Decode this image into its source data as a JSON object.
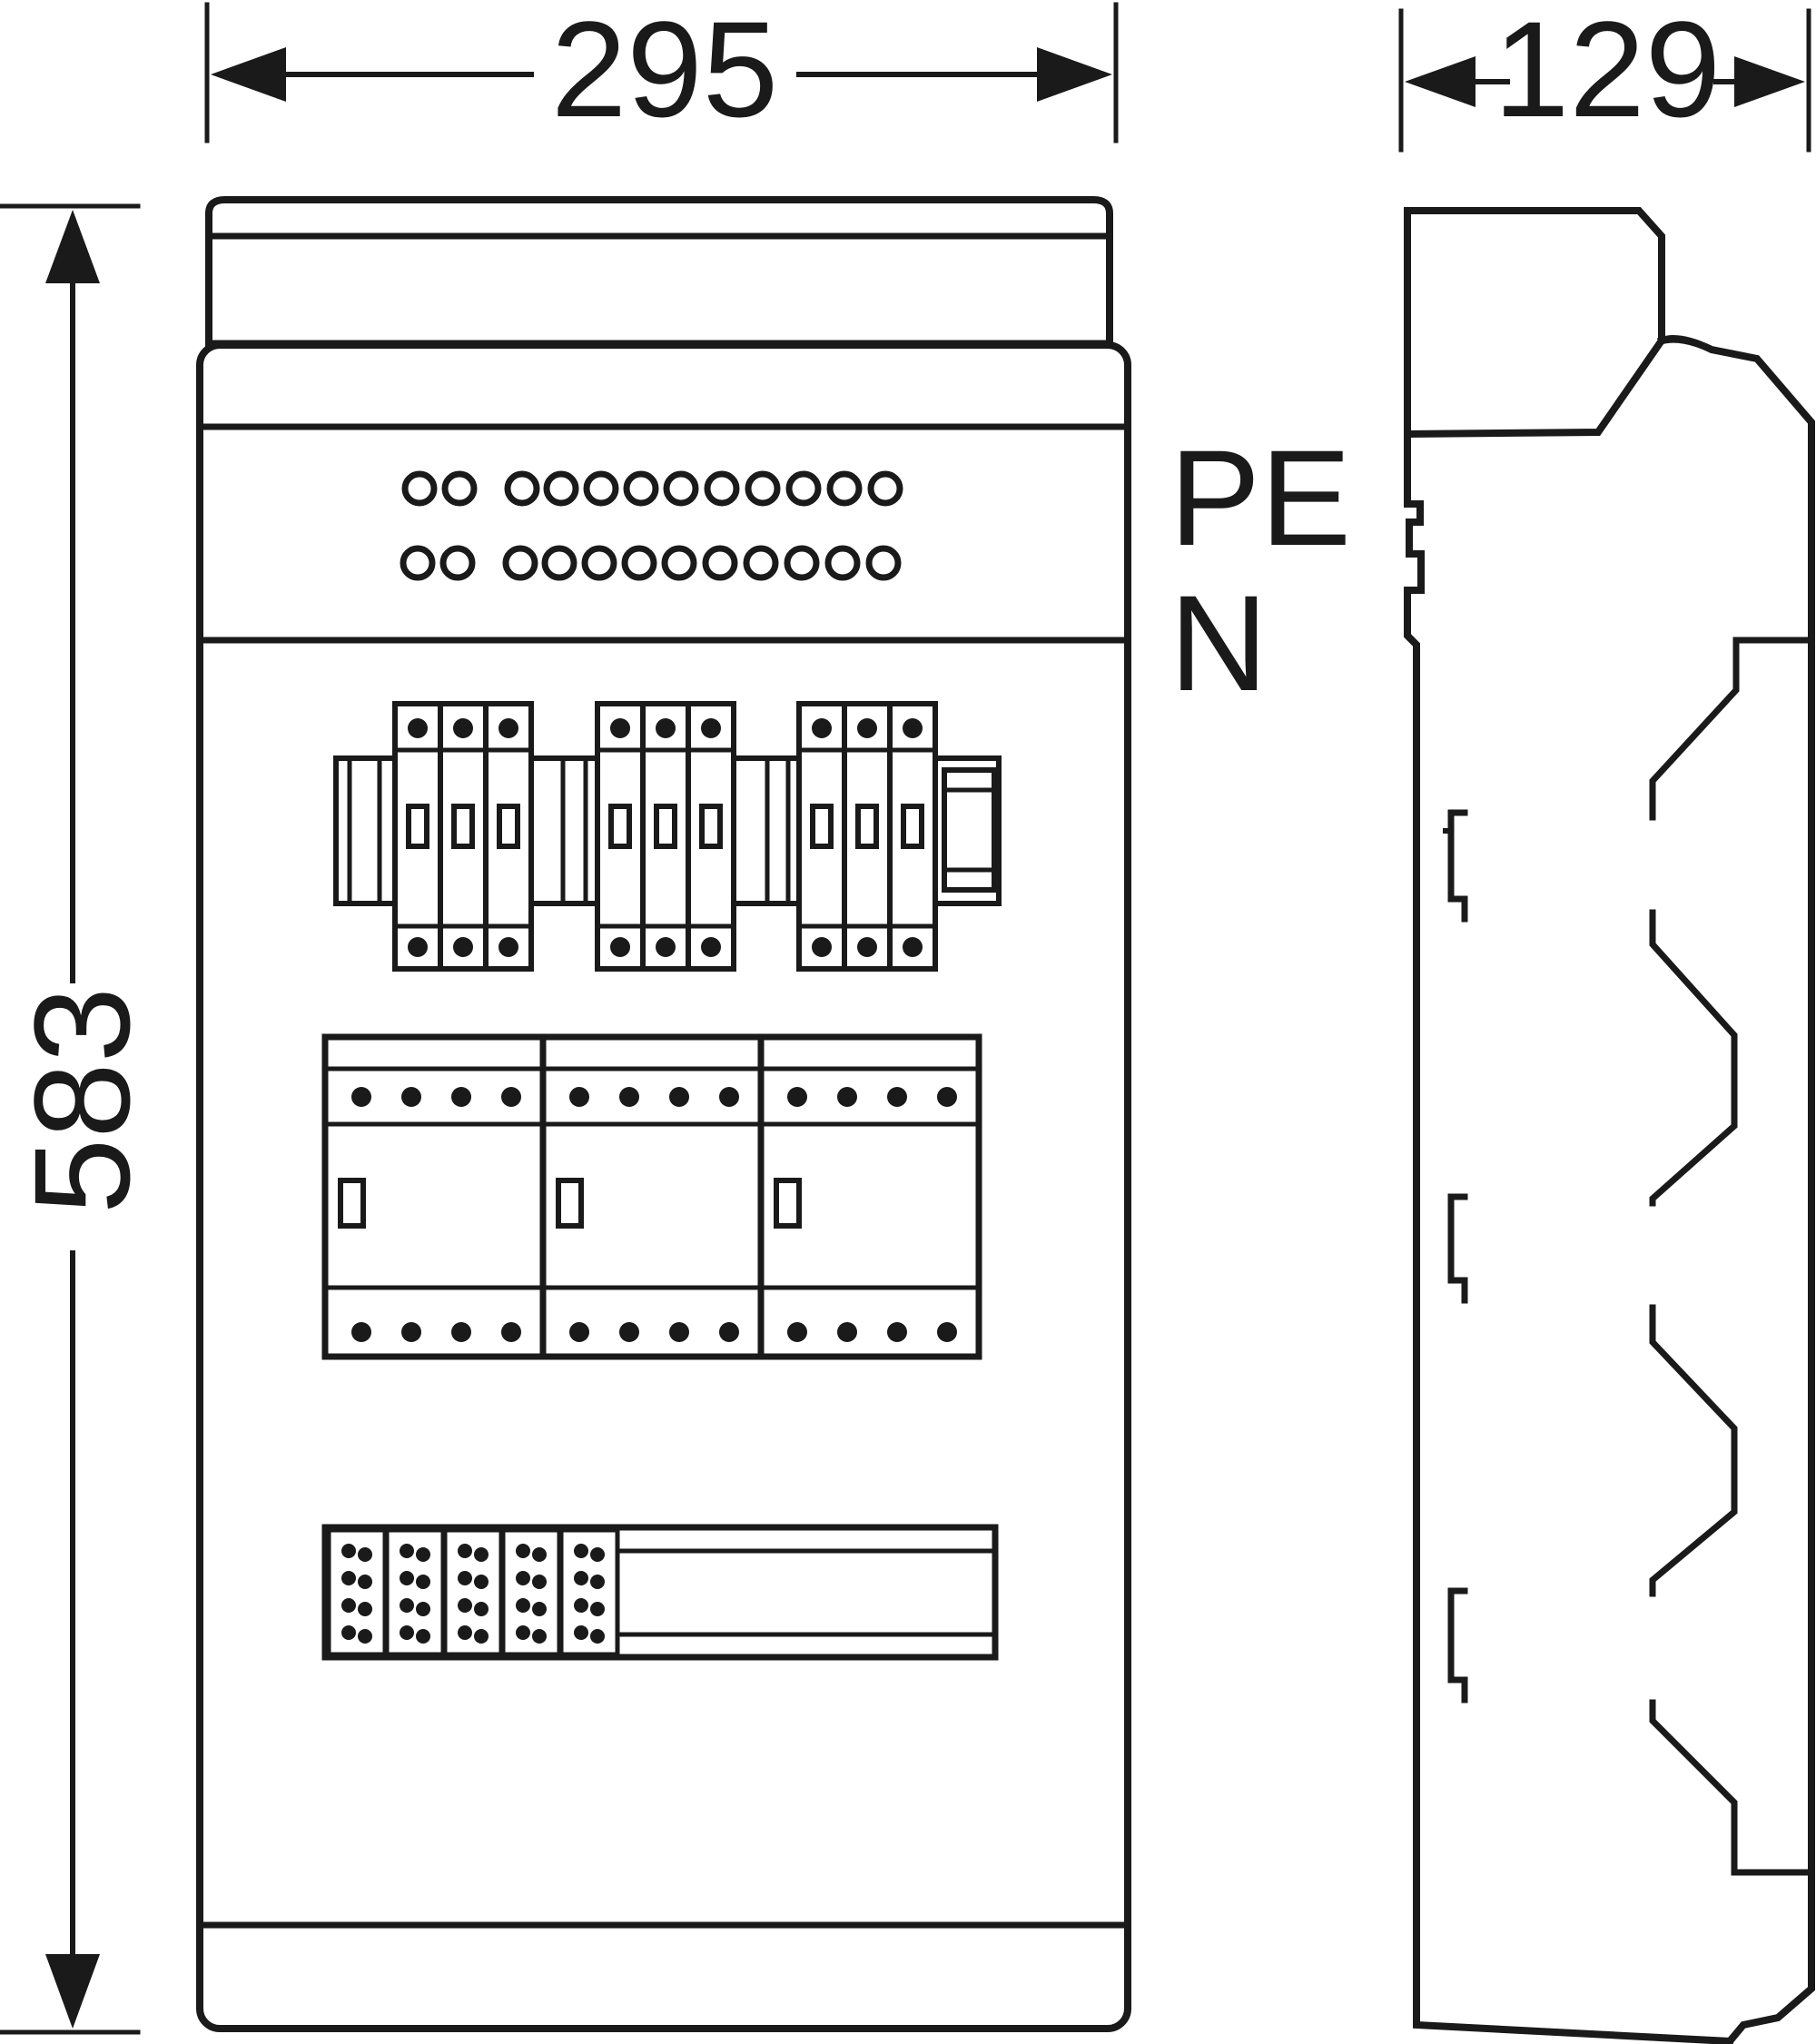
{
  "dimensions": {
    "width": "295",
    "depth": "129",
    "height": "583"
  },
  "labels": {
    "pe": "PE",
    "n": "N"
  }
}
